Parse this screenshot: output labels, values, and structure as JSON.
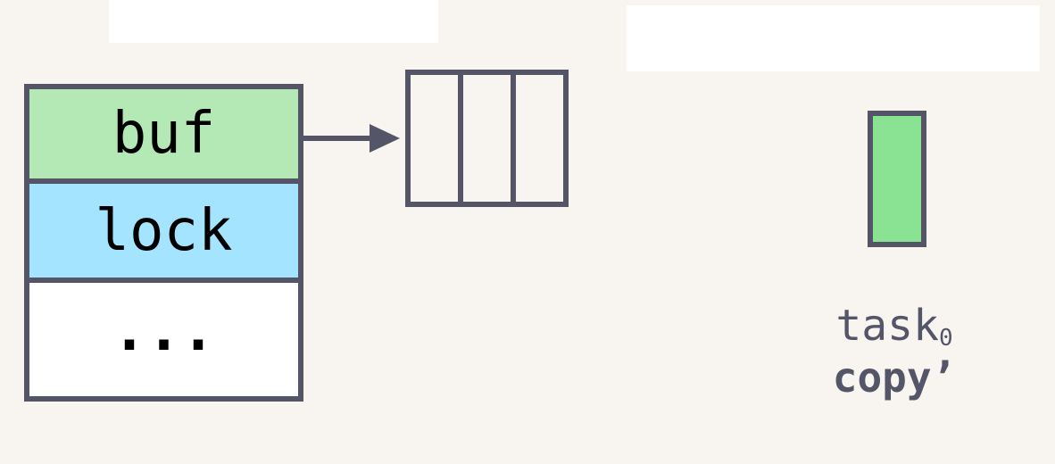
{
  "struct": {
    "fields": [
      "buf",
      "lock",
      "..."
    ]
  },
  "buffer": {
    "cells": 3
  },
  "task": {
    "name": "task",
    "subscript": "0",
    "label": "copy’"
  },
  "colors": {
    "background": "#f8f5f1",
    "outline": "#545567",
    "buf_field": "#b4e9b5",
    "lock_field": "#a4e4fe",
    "task_fill": "#8ae393"
  }
}
